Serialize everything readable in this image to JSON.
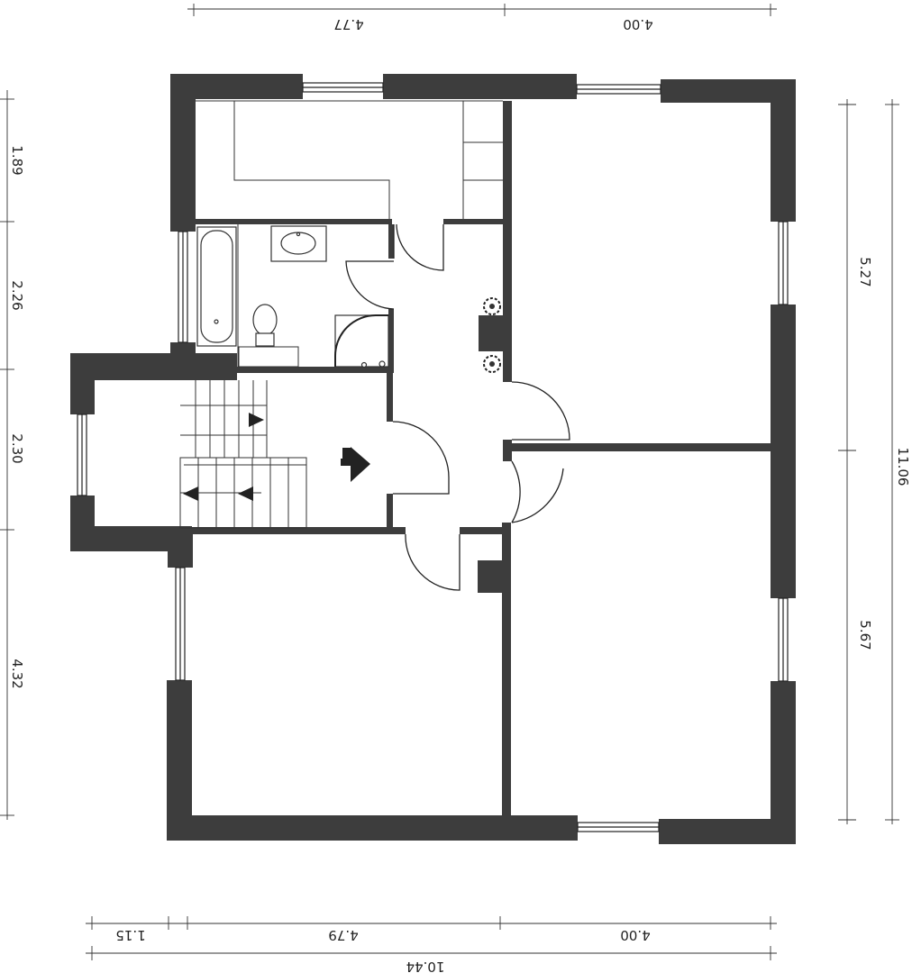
{
  "dimensions": {
    "top": {
      "left_span": "4.77",
      "right_span": "4.00"
    },
    "bottom": {
      "seg_1": "1.15",
      "seg_2": "4.79",
      "seg_3": "4.00",
      "total": "10.44"
    },
    "left": {
      "seg_1": "1.89",
      "seg_2": "2.26",
      "seg_3": "2.30",
      "seg_4": "4.32"
    },
    "right": {
      "upper": "5.27",
      "lower": "5.67",
      "total": "11.06"
    }
  },
  "colors": {
    "wall": "#3d3d3d",
    "line": "#222222",
    "window_fill": "#ffffff",
    "paper": "#ffffff"
  },
  "icons": [
    "stair-arrow-icon",
    "stair-down-arrow-icon",
    "plant-icon",
    "sink-icon",
    "toilet-icon",
    "bathtub-icon",
    "shower-icon",
    "door-swing-icon"
  ]
}
